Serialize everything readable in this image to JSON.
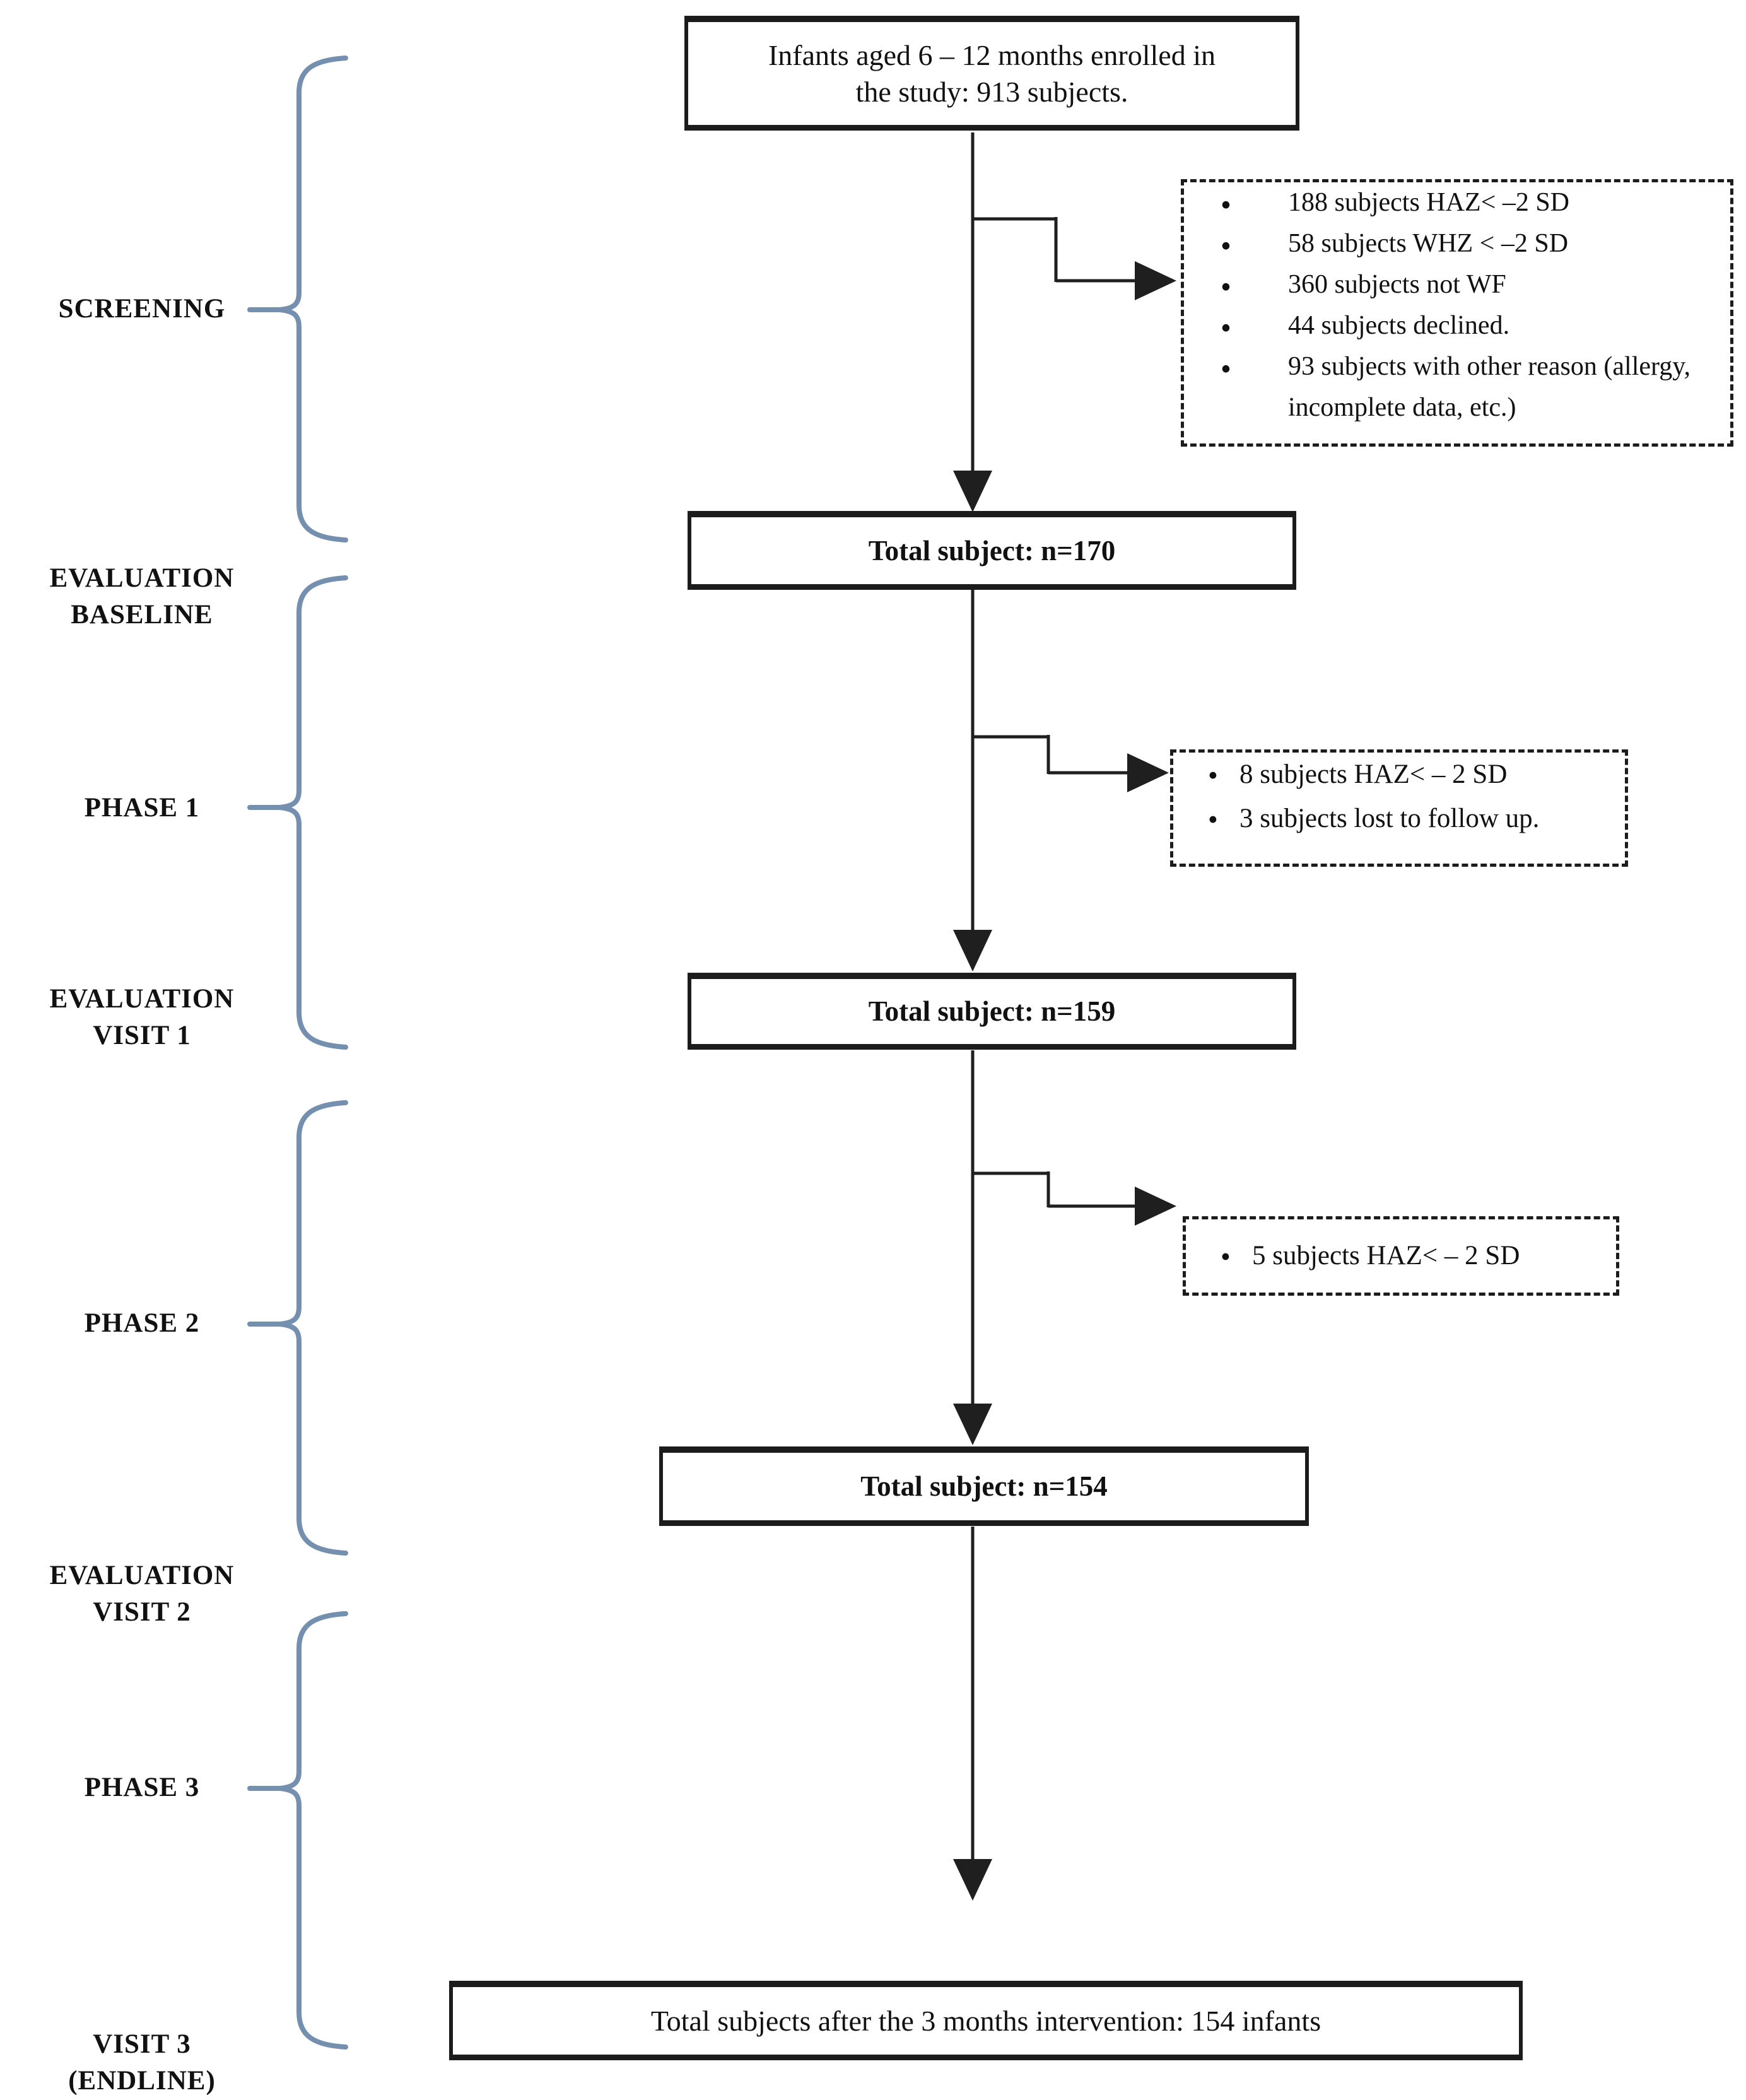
{
  "colors": {
    "line": "#1f1f1f",
    "box_border": "#1c1c1c",
    "brace": "#7490ae",
    "text": "#111111",
    "background": "#ffffff"
  },
  "stages": [
    {
      "line1": "SCREENING",
      "line2": ""
    },
    {
      "line1": "EVALUATION",
      "line2": "BASELINE"
    },
    {
      "line1": "PHASE 1",
      "line2": ""
    },
    {
      "line1": "EVALUATION",
      "line2": "VISIT 1"
    },
    {
      "line1": "PHASE 2",
      "line2": ""
    },
    {
      "line1": "EVALUATION",
      "line2": "VISIT 2"
    },
    {
      "line1": "PHASE 3",
      "line2": ""
    },
    {
      "line1": "VISIT 3",
      "line2": "(ENDLINE)"
    }
  ],
  "enrollment_box": {
    "line1": "Infants aged 6 – 12 months enrolled in",
    "line2": "the study: 913 subjects."
  },
  "exclusion_boxes": [
    {
      "items": [
        "188 subjects HAZ< –2 SD",
        "58 subjects WHZ < –2 SD",
        "360 subjects not WF",
        "44 subjects declined.",
        "93 subjects with other reason (allergy, incomplete data, etc.)"
      ]
    },
    {
      "items": [
        "8 subjects HAZ< – 2 SD",
        "3 subjects lost to follow up."
      ]
    },
    {
      "items": [
        "5 subjects HAZ< – 2 SD"
      ]
    }
  ],
  "total_boxes": [
    {
      "text": "Total subject: n=170"
    },
    {
      "text": "Total subject: n=159"
    },
    {
      "text": "Total subject: n=154"
    }
  ],
  "final_box": {
    "text": "Total subjects after the 3 months intervention: 154 infants"
  }
}
